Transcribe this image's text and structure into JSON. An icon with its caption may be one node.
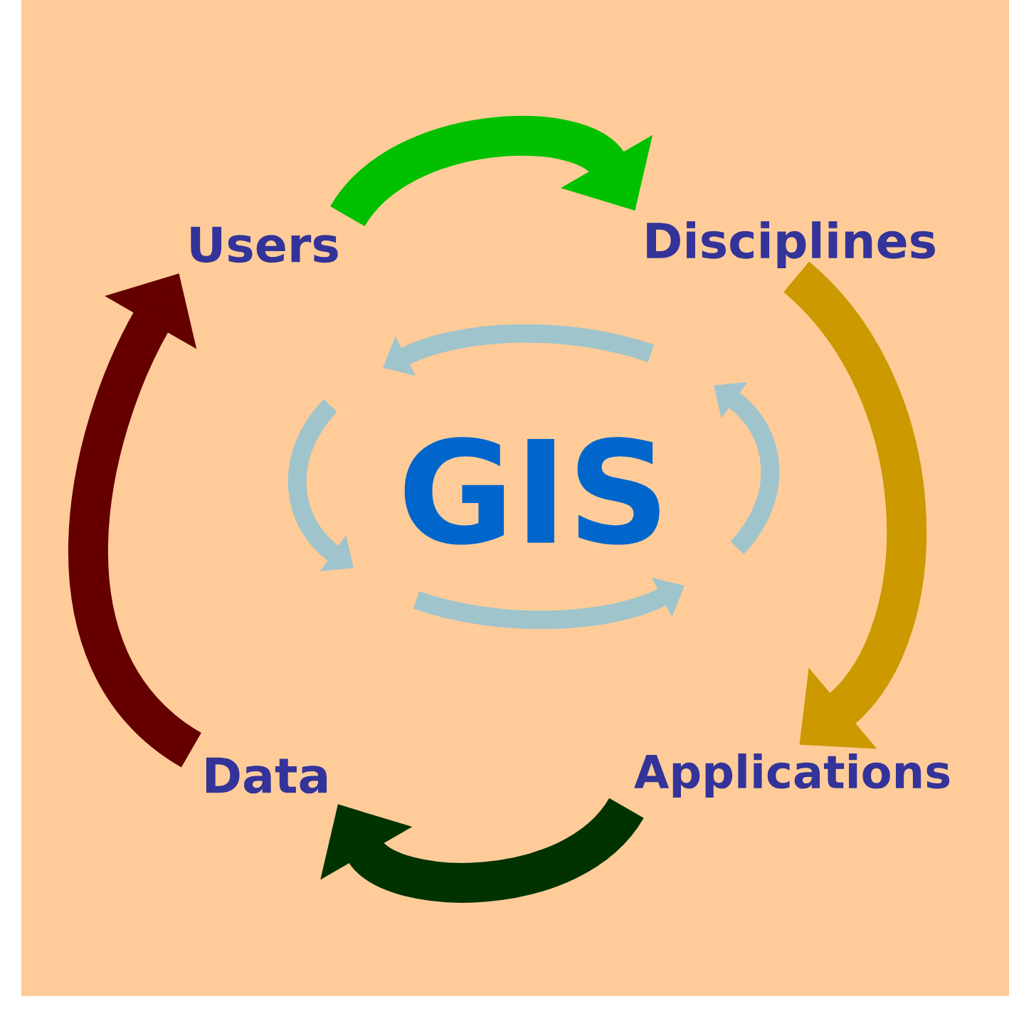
{
  "diagram": {
    "nodes": [
      {
        "text": [
          "Users"
        ]
      },
      {
        "text": [
          "Disciplines"
        ]
      },
      {
        "text": [
          "Applications"
        ]
      },
      {
        "text": [
          "Data"
        ]
      },
      {
        "text": [
          "GIS"
        ]
      }
    ],
    "edges": [
      {
        "from": 0,
        "to": 1,
        "arrow": "to",
        "color": "#00c000"
      },
      {
        "from": 1,
        "to": 2,
        "arrow": "to",
        "color": "#cc9900"
      },
      {
        "from": 2,
        "to": 3,
        "arrow": "to",
        "color": "#003300"
      },
      {
        "from": 3,
        "to": 0,
        "arrow": "to",
        "color": "#660000"
      }
    ]
  }
}
